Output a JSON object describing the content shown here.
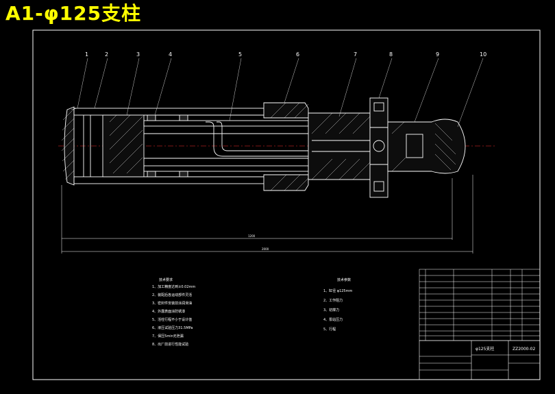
{
  "title": "A1-φ125支柱",
  "colors": {
    "background": "#000000",
    "title": "#ffff00",
    "line": "#ffffff",
    "center_line": "#ff3030",
    "callout": "#d0d0d0"
  },
  "callouts": [
    "1",
    "2",
    "3",
    "4",
    "5",
    "6",
    "7",
    "8",
    "9",
    "10"
  ],
  "dimensions": {
    "inner_length": "1200",
    "overall_length": "2000"
  },
  "tech_requirements": {
    "heading": "技术要求",
    "items": [
      "1、加工精度达到±0.02mm",
      "2、装配后各运动部件灵活",
      "3、密封件安装前涂润滑油",
      "4、外露表面涂防锈漆",
      "5、活柱行程不小于设计值",
      "6、液压试验压力31.5MPa",
      "7、保压5min无泄漏",
      "8、出厂前进行性能试验"
    ]
  },
  "params": {
    "heading": "技术参数",
    "items": [
      "1、缸径 φ125mm",
      "2、工作阻力",
      "3、初撑力",
      "4、泵站压力",
      "5、行程"
    ]
  },
  "title_block": {
    "drawing_name": "φ125支柱",
    "drawing_number": "ZZ2000-02"
  }
}
